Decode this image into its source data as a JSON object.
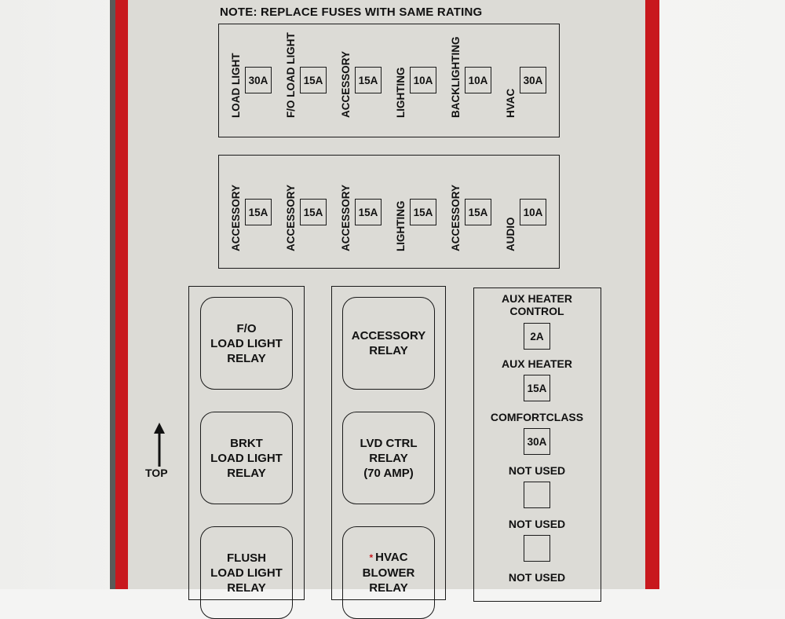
{
  "note": "NOTE: REPLACE FUSES WITH SAME RATING",
  "top_fuses": [
    {
      "label": "LOAD LIGHT",
      "rating": "30A"
    },
    {
      "label": "F/O LOAD LIGHT",
      "rating": "15A"
    },
    {
      "label": "ACCESSORY",
      "rating": "15A"
    },
    {
      "label": "LIGHTING",
      "rating": "10A"
    },
    {
      "label": "BACKLIGHTING",
      "rating": "10A"
    },
    {
      "label": "HVAC",
      "rating": "30A"
    }
  ],
  "second_fuses": [
    {
      "label": "ACCESSORY",
      "rating": "15A"
    },
    {
      "label": "ACCESSORY",
      "rating": "15A"
    },
    {
      "label": "ACCESSORY",
      "rating": "15A"
    },
    {
      "label": "LIGHTING",
      "rating": "15A"
    },
    {
      "label": "ACCESSORY",
      "rating": "15A"
    },
    {
      "label": "AUDIO",
      "rating": "10A"
    }
  ],
  "left_relays": [
    {
      "lines": [
        "F/O",
        "LOAD LIGHT",
        "RELAY"
      ]
    },
    {
      "lines": [
        "BRKT",
        "LOAD LIGHT",
        "RELAY"
      ]
    },
    {
      "lines": [
        "FLUSH",
        "LOAD LIGHT",
        "RELAY"
      ]
    }
  ],
  "middle_relays": [
    {
      "lines": [
        "ACCESSORY",
        "RELAY"
      ],
      "starred": false
    },
    {
      "lines": [
        "LVD CTRL",
        "RELAY",
        "(70 AMP)"
      ],
      "starred": false
    },
    {
      "lines": [
        "HVAC",
        "BLOWER",
        "RELAY"
      ],
      "starred": true
    }
  ],
  "aux_fuses": [
    {
      "label": "AUX HEATER\nCONTROL",
      "rating": "2A"
    },
    {
      "label": "AUX HEATER",
      "rating": "15A"
    },
    {
      "label": "COMFORTCLASS",
      "rating": "30A"
    },
    {
      "label": "NOT USED",
      "rating": ""
    },
    {
      "label": "NOT USED",
      "rating": ""
    },
    {
      "label": "NOT USED",
      "rating": ""
    }
  ],
  "top_indicator": "TOP",
  "colors": {
    "card": "#dcdbd6",
    "border_red": "#c8181d",
    "ink": "#111111"
  }
}
